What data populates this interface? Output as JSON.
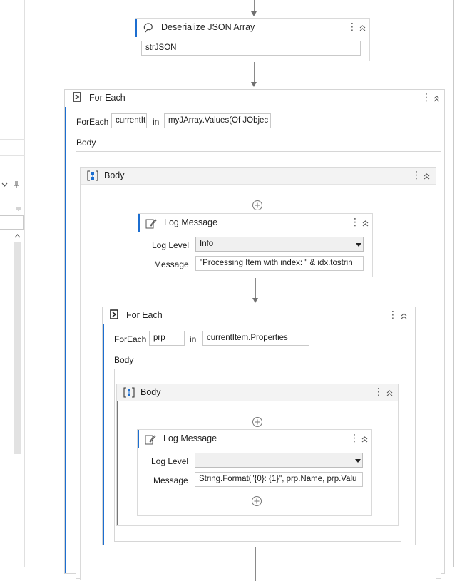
{
  "activities": {
    "deserialize": {
      "title": "Deserialize JSON Array",
      "input_value": "strJSON"
    },
    "foreach_outer": {
      "title": "For Each",
      "foreach_label": "ForEach",
      "item_value": "currentIt",
      "in_label": "in",
      "collection_value": "myJArray.Values(Of JObjec",
      "body_label": "Body",
      "body_seq": {
        "title": "Body",
        "log1": {
          "title": "Log Message",
          "level_label": "Log Level",
          "level_value": "Info",
          "message_label": "Message",
          "message_value": "\"Processing Item with index: \" & idx.tostrin"
        },
        "foreach_inner": {
          "title": "For Each",
          "foreach_label": "ForEach",
          "item_value": "prp",
          "in_label": "in",
          "collection_value": "currentItem.Properties",
          "body_label": "Body",
          "body_seq": {
            "title": "Body",
            "log2": {
              "title": "Log Message",
              "level_label": "Log Level",
              "level_value": "",
              "message_label": "Message",
              "message_value": "String.Format(\"{0}: {1}\", prp.Name, prp.Valu"
            }
          }
        }
      }
    }
  },
  "colors": {
    "accent": "#1c6ed0",
    "header_bg": "#f3f3f3",
    "border": "#d8d8d8"
  }
}
